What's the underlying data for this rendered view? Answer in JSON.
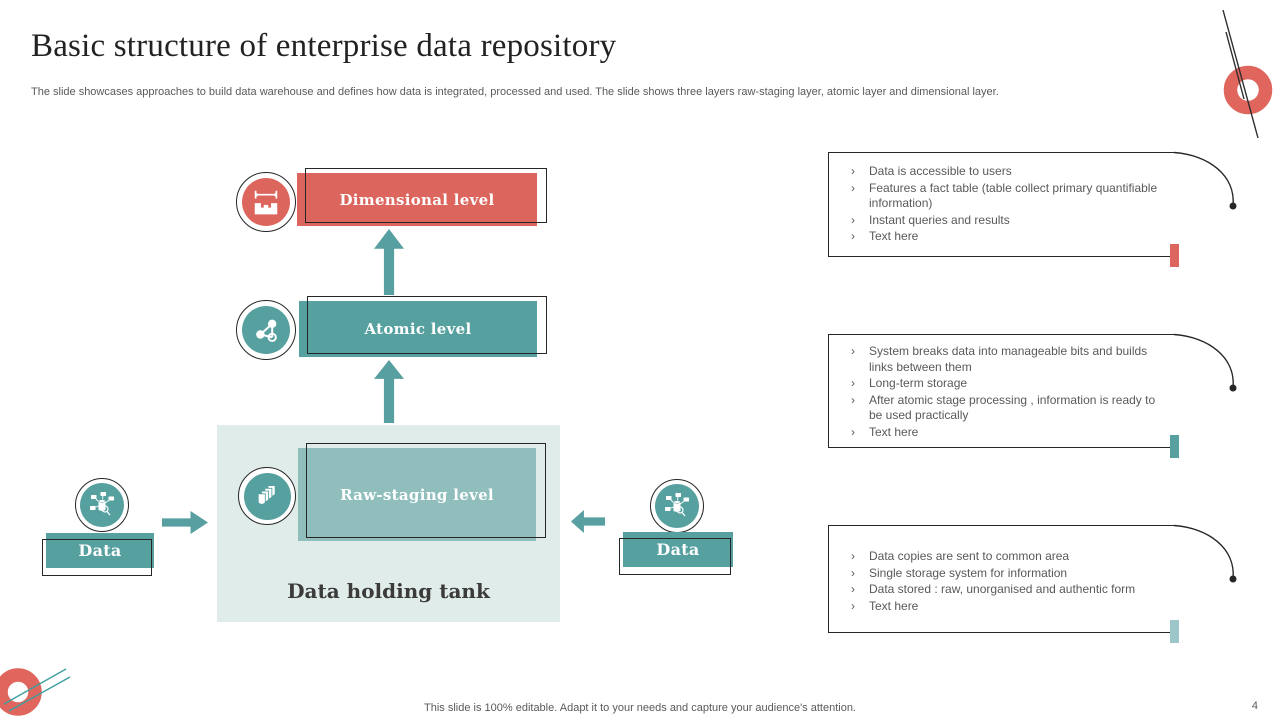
{
  "slide": {
    "title": "Basic structure of enterprise data repository",
    "subtitle": "The slide showcases approaches to build data warehouse and defines how data is integrated, processed and used. The slide shows three layers raw-staging layer, atomic layer and dimensional layer.",
    "footer": "This slide is 100% editable. Adapt it to your needs and capture your audience's attention.",
    "page_number": "4"
  },
  "diagram": {
    "levels": [
      {
        "label": "Dimensional level",
        "icon": "dimension-measure-icon",
        "color": "#DC655D"
      },
      {
        "label": "Atomic level",
        "icon": "molecule-icon",
        "color": "#57A0A0"
      },
      {
        "label": "Raw-staging level",
        "icon": "stacked-documents-icon",
        "color": "#8FBEBC"
      }
    ],
    "holding_tank_label": "Data holding tank",
    "data_sources": [
      {
        "label": "Data"
      },
      {
        "label": "Data"
      }
    ]
  },
  "callouts": [
    {
      "accent": "#DC655D",
      "bullets": [
        "Data is accessible to users",
        "Features a fact table (table collect primary quantifiable information)",
        "Instant queries and results",
        "Text here"
      ]
    },
    {
      "accent": "#57A0A0",
      "bullets": [
        "System breaks data into manageable bits and builds links between them",
        "Long-term storage",
        "After atomic stage processing , information is ready to be used practically",
        "Text here"
      ]
    },
    {
      "accent": "#9CC6C9",
      "bullets": [
        "Data copies are sent to common area",
        "Single storage system for information",
        "Data stored : raw, unorganised and authentic form",
        "Text here"
      ]
    }
  ],
  "colors": {
    "accent_red": "#DC655D",
    "accent_teal": "#57A0A0",
    "accent_teal_light": "#8FBEBC",
    "tank_bg": "#E0ECE9",
    "outline": "#262626",
    "text_gray": "#595959"
  }
}
